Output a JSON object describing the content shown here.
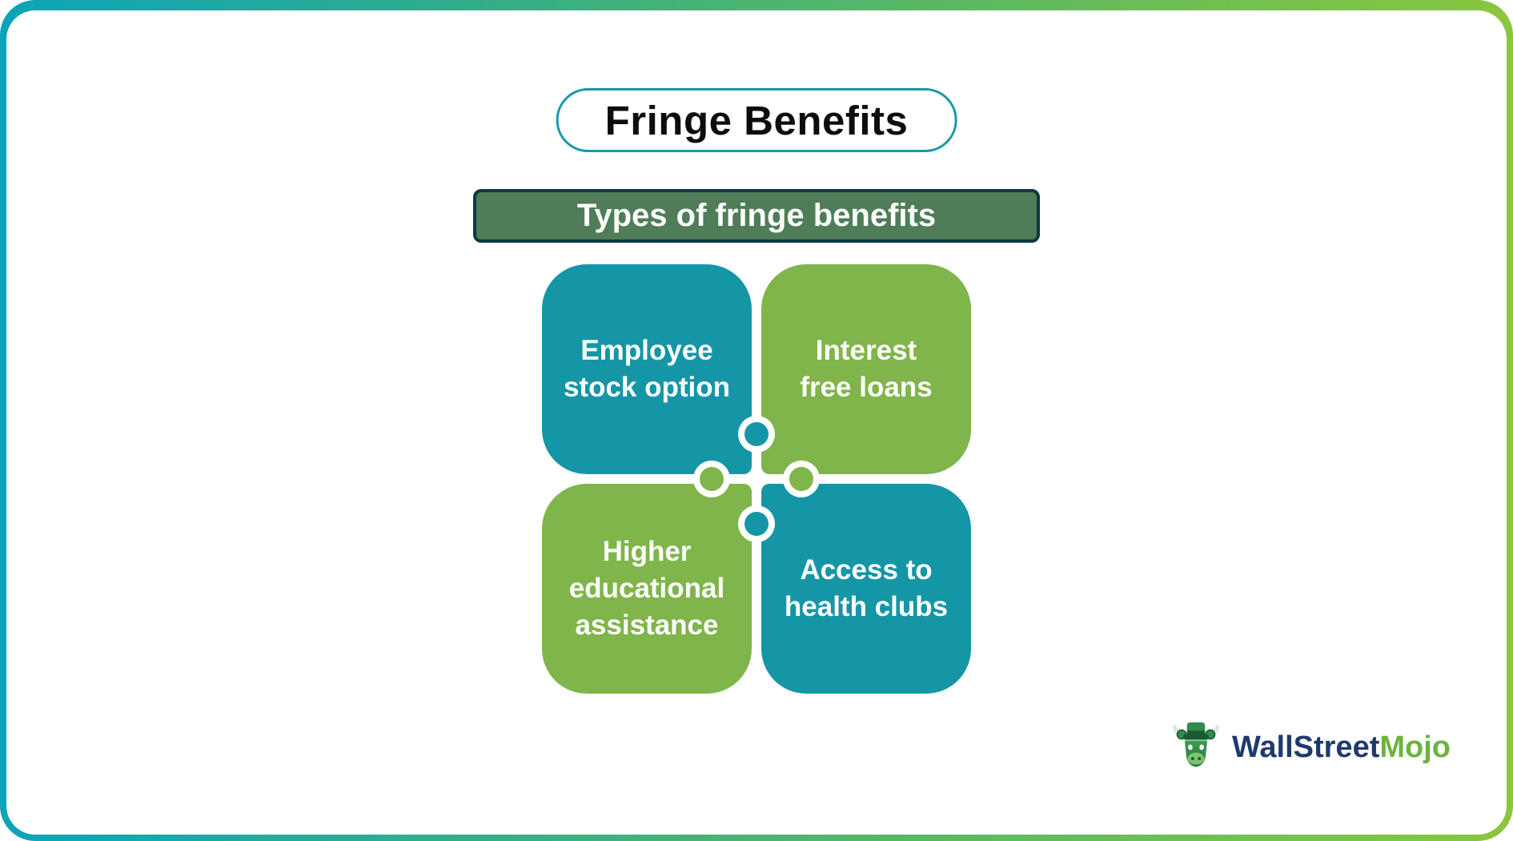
{
  "header": {
    "title": "Fringe Benefits",
    "subtitle": "Types of fringe benefits"
  },
  "puzzle": {
    "pieces": [
      {
        "name": "employee-stock-option",
        "label": "Employee\nstock option",
        "color": "#1596A6",
        "position": "top-left"
      },
      {
        "name": "interest-free-loans",
        "label": "Interest\nfree loans",
        "color": "#7FB54A",
        "position": "top-right"
      },
      {
        "name": "higher-educational-assistance",
        "label": "Higher\neducational\nassistance",
        "color": "#7FB54A",
        "position": "bottom-left"
      },
      {
        "name": "access-to-health-clubs",
        "label": "Access to\nhealth clubs",
        "color": "#1596A6",
        "position": "bottom-right"
      }
    ]
  },
  "brand": {
    "primary": "WallStreet",
    "secondary": "Mojo",
    "logo_icon": "bull-mascot-icon"
  },
  "colors": {
    "teal": "#1596A6",
    "green": "#7FB54A",
    "banner_background": "#4E7D58",
    "banner_border": "#0F3844",
    "pill_border": "#1898A9",
    "frame_gradient_start": "#0CA4B8",
    "frame_gradient_end": "#8AC63E",
    "brand_navy": "#1E3A6E",
    "brand_green": "#6DB33F"
  }
}
